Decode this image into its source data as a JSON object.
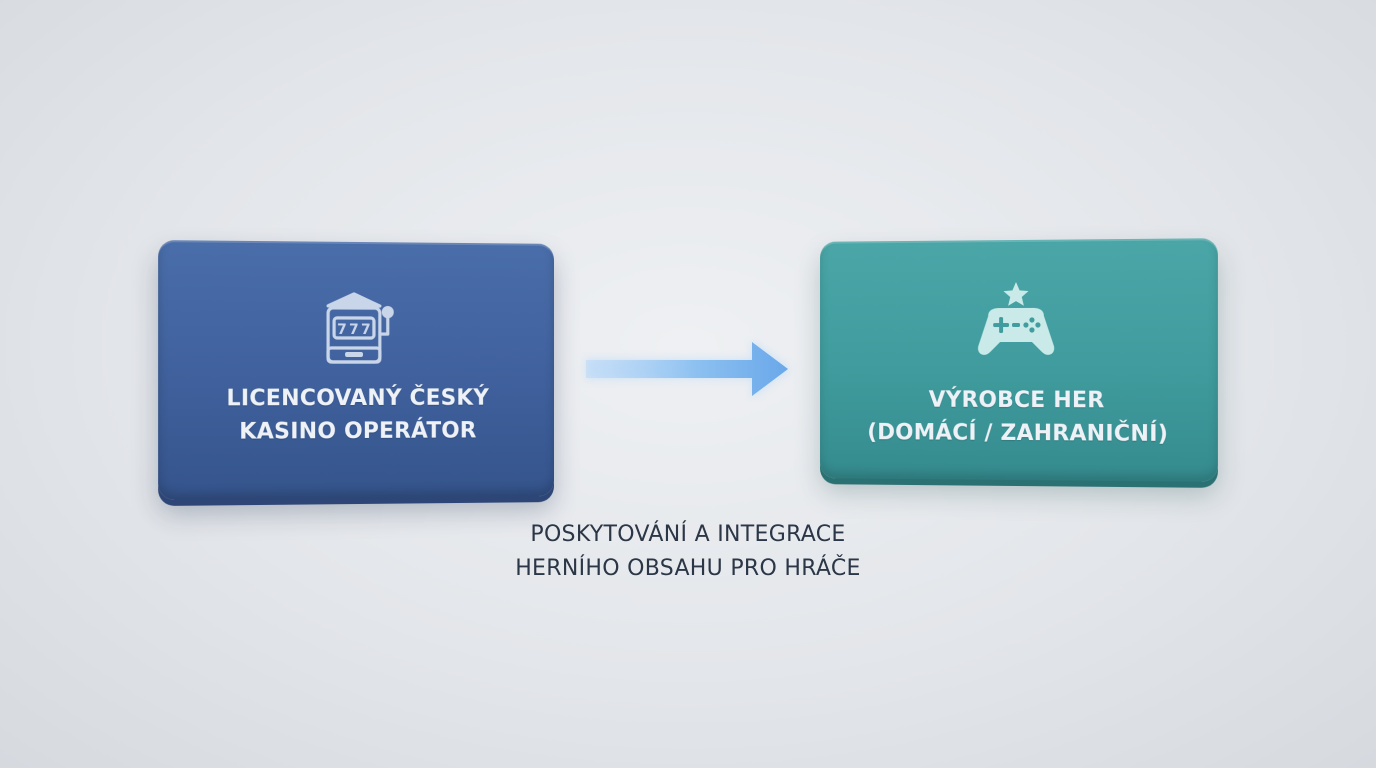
{
  "source_card": {
    "icon": "slot-machine-icon",
    "lines": [
      "LICENCOVANÝ ČESKÝ",
      "KASINO OPERÁTOR"
    ],
    "color": "#41629e"
  },
  "target_card": {
    "icon": "gamepad-star-icon",
    "lines": [
      "VÝROBCE HER",
      "(DOMÁCÍ / ZAHRANIČNÍ)"
    ],
    "color": "#409c9e"
  },
  "connector": {
    "icon": "arrow-right-icon",
    "color": "#7ab4ee"
  },
  "caption": {
    "lines": [
      "POSKYTOVÁNÍ A INTEGRACE",
      "HERNÍHO OBSAHU PRO HRÁČE"
    ]
  }
}
